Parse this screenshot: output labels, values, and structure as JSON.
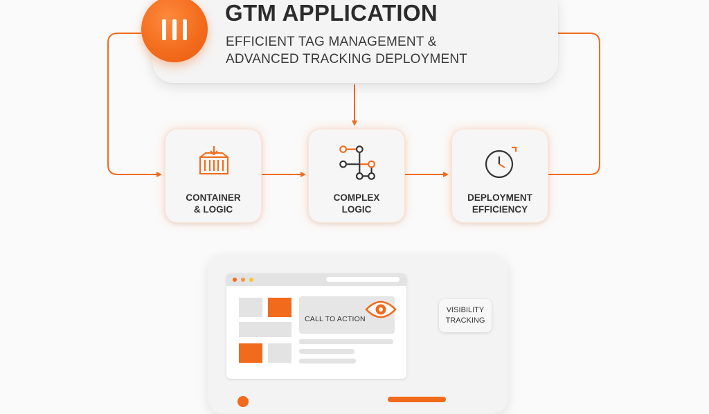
{
  "header": {
    "title": "GTM APPLICATION",
    "subtitle_line1": "EFFICIENT TAG MANAGEMENT &",
    "subtitle_line2": "ADVANCED TRACKING DEPLOYMENT",
    "logo_icon": "three-bars-icon"
  },
  "steps": [
    {
      "label_line1": "CONTAINER",
      "label_line2": "& LOGIC",
      "icon": "container-icon"
    },
    {
      "label_line1": "COMPLEX",
      "label_line2": "LOGIC",
      "icon": "node-graph-icon"
    },
    {
      "label_line1": "DEPLOYMENT",
      "label_line2": "EFFICIENCY",
      "icon": "clock-icon"
    }
  ],
  "mockup": {
    "cta_label": "CALL TO ACTION",
    "visibility_line1": "VISIBILITY",
    "visibility_line2": "TRACKING",
    "eye_icon": "eye-icon"
  },
  "colors": {
    "accent": "#f26a1b",
    "text": "#2b2b2b",
    "card": "#f4f4f4",
    "placeholder": "#e3e3e3"
  }
}
